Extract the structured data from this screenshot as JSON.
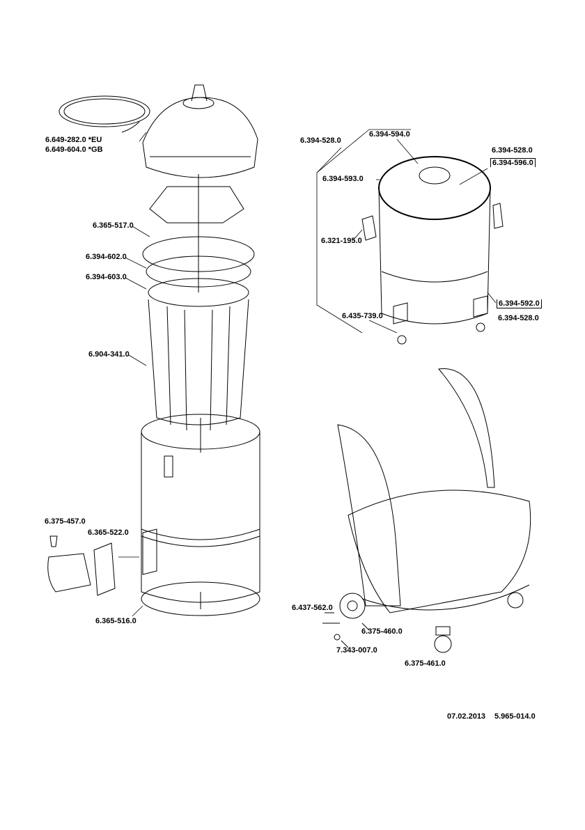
{
  "left_assembly": {
    "head_eu": "6.649-282.0 *EU",
    "head_gb": "6.649-604.0 *GB",
    "ring_517": "6.365-517.0",
    "ring_602": "6.394-602.0",
    "ring_603": "6.394-603.0",
    "filter_cage": "6.904-341.0",
    "fitting": "6.375-457.0",
    "inlet_plate": "6.365-522.0",
    "bottom_ring": "6.365-516.0"
  },
  "container_assembly": {
    "container": "6.394-528.0",
    "top_ring": "6.394-594.0",
    "clip_group": "6.394-528.0",
    "clip": "6.394-596.0",
    "rim": "6.394-593.0",
    "handle": "6.321-195.0",
    "caster": "6.435-739.0",
    "valve": "6.394-592.0",
    "valve_group": "6.394-528.0"
  },
  "chassis_assembly": {
    "axle": "6.437-562.0",
    "wheel": "6.375-460.0",
    "washer": "7.343-007.0",
    "swivel_caster": "6.375-461.0"
  },
  "footer": {
    "date": "07.02.2013",
    "doc_number": "5.965-014.0"
  }
}
